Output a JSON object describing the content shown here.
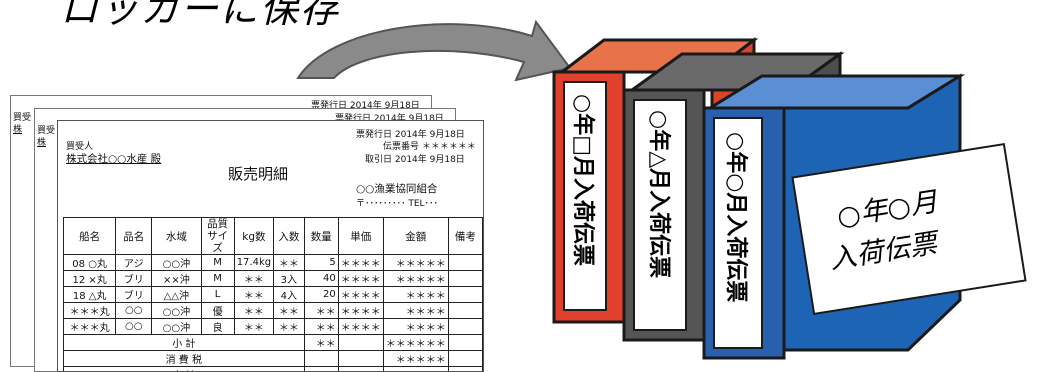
{
  "caption": "ロッカーに保存",
  "documents": {
    "back1": {
      "issue_date": "票発行日 2014年  9月18日",
      "buyer_label": "買受",
      "buyer_name": "株"
    },
    "back2": {
      "issue_date": "票発行日 2014年  9月18日",
      "buyer_label": "買受",
      "buyer_name": "株"
    },
    "front": {
      "buyer_label": "買受人",
      "buyer_name": "株式会社○○水産  殿",
      "issue_date": "票発行日 2014年  9月18日",
      "slip_no": "伝票番号  ＊＊＊＊＊＊",
      "trade_date": "取引日  2014年  9月18日",
      "title": "販売明細",
      "seller": "○○漁業協同組合",
      "address": "〒･････････  TEL･･･",
      "columns": [
        "船名",
        "品名",
        "水域",
        "品質\nサイズ",
        "kg数",
        "入数",
        "数量",
        "単価",
        "金額",
        "備考"
      ],
      "rows": [
        [
          "08 ○丸",
          "アジ",
          "○○沖",
          "M",
          "17.4kg",
          "＊＊",
          "5",
          "＊＊＊＊",
          "＊＊＊＊＊",
          ""
        ],
        [
          "12 ×丸",
          "ブリ",
          "××沖",
          "M",
          "＊＊",
          "3入",
          "40",
          "＊＊＊＊",
          "＊＊＊＊＊",
          ""
        ],
        [
          "18 △丸",
          "ブリ",
          "△△沖",
          "L",
          "＊＊",
          "4入",
          "20",
          "＊＊＊＊",
          "＊＊＊＊",
          ""
        ],
        [
          "＊＊＊丸",
          "○○",
          "○○沖",
          "優",
          "＊＊",
          "＊＊",
          "＊＊",
          "＊＊＊＊",
          "＊＊＊＊",
          ""
        ],
        [
          "＊＊＊丸",
          "○○",
          "○○沖",
          "良",
          "＊＊",
          "＊＊",
          "＊＊",
          "＊＊＊＊",
          "＊＊＊＊",
          ""
        ]
      ],
      "subtotal_label": "小  計",
      "subtotal_qty": "＊＊",
      "subtotal_amount": "＊＊＊＊＊＊",
      "tax_label": "消  費  税",
      "tax_amount": "＊＊＊＊＊",
      "total_label": "合  計",
      "total_amount": "＊＊＊＊＊＊"
    }
  },
  "binders": [
    {
      "spine_label": "○年□月入荷伝票",
      "color": "#e8724a"
    },
    {
      "spine_label": "○年△月入荷伝票",
      "color": "#6a6a6a"
    },
    {
      "spine_label": "○年○月入荷伝票",
      "color": "#1e64b4",
      "cover_line1": "○年○月",
      "cover_line2": "入荷伝票"
    }
  ]
}
